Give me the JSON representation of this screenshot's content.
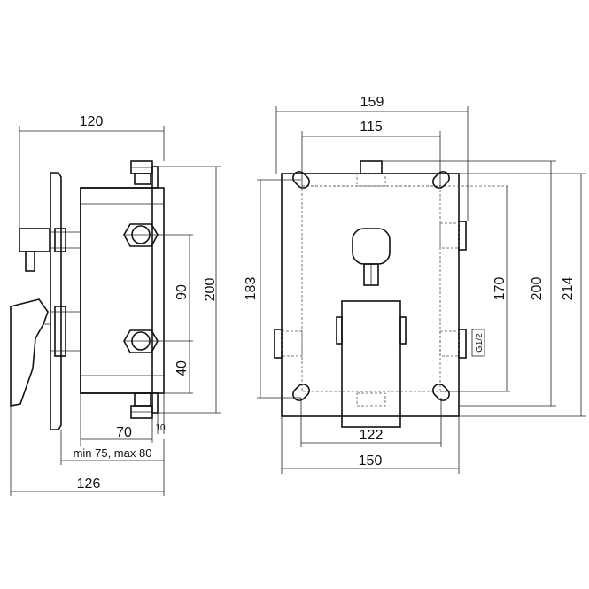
{
  "side_view": {
    "width_top": "120",
    "height_200": "200",
    "spacing_90": "90",
    "offset_40": "40",
    "depth_70": "70",
    "small_10": "10",
    "install_range": "min 75, max 80",
    "total_126": "126"
  },
  "front_view": {
    "width_159": "159",
    "width_115": "115",
    "height_183": "183",
    "height_170": "170",
    "height_200": "200",
    "height_214": "214",
    "thread": "G1/2",
    "width_122": "122",
    "width_150": "150"
  }
}
